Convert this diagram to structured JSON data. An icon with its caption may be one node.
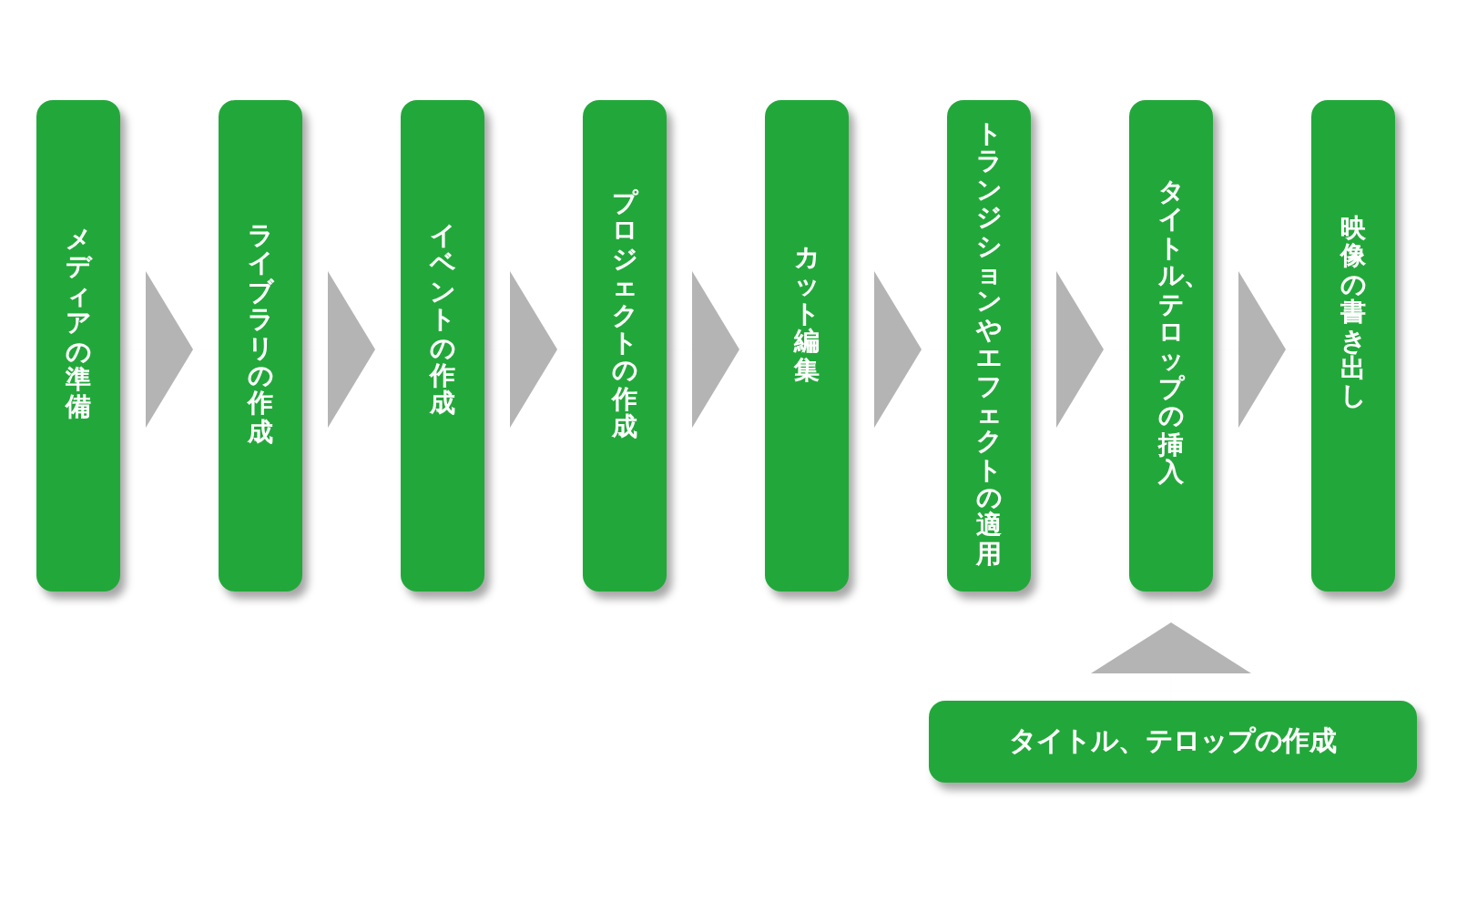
{
  "diagram": {
    "nodes": [
      {
        "text": [
          "メディアの準備"
        ]
      },
      {
        "text": [
          "ライブラリの作成"
        ]
      },
      {
        "text": [
          "イベントの作成"
        ]
      },
      {
        "text": [
          "プロジェクトの作成"
        ]
      },
      {
        "text": [
          "カット編集"
        ]
      },
      {
        "text": [
          "トランジションやエフェクトの適用"
        ]
      },
      {
        "text": [
          "タイトル、テロップの挿入"
        ]
      },
      {
        "text": [
          "映像の書き出し"
        ]
      },
      {
        "text": [
          "タイトル、テロップの作成"
        ]
      }
    ],
    "edges": [
      {
        "from": 0,
        "to": 1,
        "arrow": "to"
      },
      {
        "from": 1,
        "to": 2,
        "arrow": "to"
      },
      {
        "from": 2,
        "to": 3,
        "arrow": "to"
      },
      {
        "from": 3,
        "to": 4,
        "arrow": "to"
      },
      {
        "from": 4,
        "to": 5,
        "arrow": "to"
      },
      {
        "from": 5,
        "to": 6,
        "arrow": "to"
      },
      {
        "from": 6,
        "to": 7,
        "arrow": "to"
      },
      {
        "from": 8,
        "to": 6,
        "arrow": "to"
      }
    ]
  }
}
